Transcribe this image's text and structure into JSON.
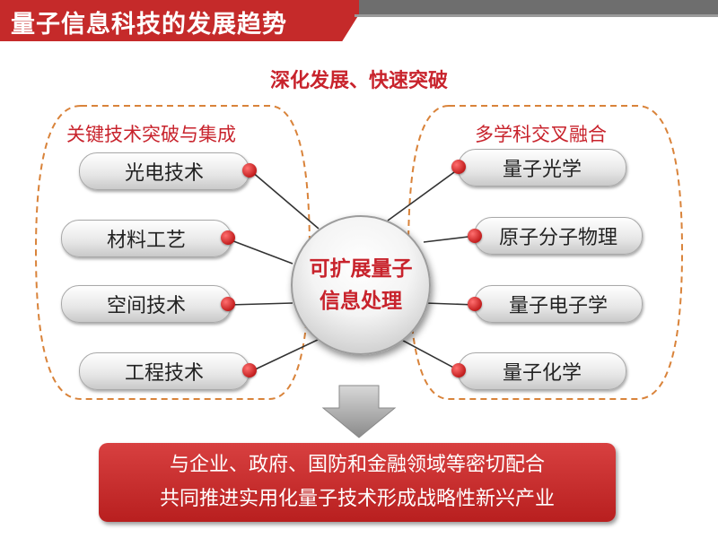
{
  "title": "量子信息科技的发展趋势",
  "subtitle": "深化发展、快速突破",
  "left_group": {
    "label": "关键技术突破与集成",
    "items": [
      "光电技术",
      "材料工艺",
      "空间技术",
      "工程技术"
    ]
  },
  "right_group": {
    "label": "多学科交叉融合",
    "items": [
      "量子光学",
      "原子分子物理",
      "量子电子学",
      "量子化学"
    ]
  },
  "hub": {
    "line1": "可扩展量子",
    "line2": "信息处理"
  },
  "bottom": {
    "line1": "与企业、政府、国防和金融领域等密切配合",
    "line2": "共同推进实用化量子技术形成战略性新兴产业"
  },
  "colors": {
    "accent": "#c8232c",
    "dash": "#d9833a",
    "box": "#c52a2a"
  }
}
